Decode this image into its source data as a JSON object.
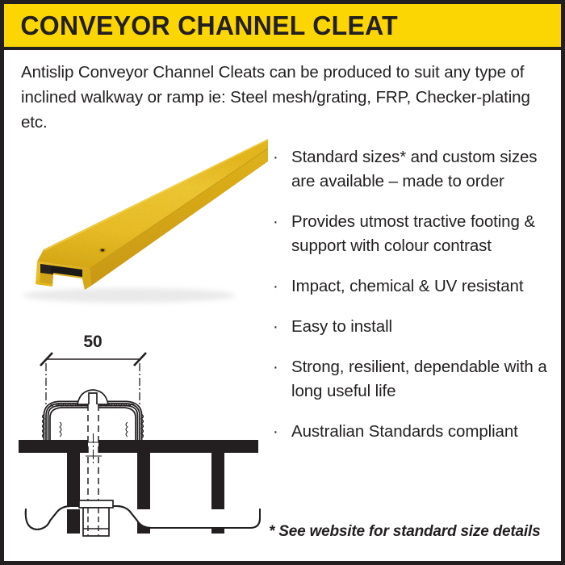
{
  "header": {
    "title": "CONVEYOR CHANNEL CLEAT",
    "band_color": "#fcd602",
    "text_color": "#231f20"
  },
  "intro": {
    "paragraph": "Antislip Conveyor Channel Cleats can be produced to suit any type of inclined walkway or ramp ie: Steel mesh/grating, FRP, Checker-plating etc."
  },
  "features": {
    "bullet_glyph": "·",
    "items": [
      "Standard sizes* and custom sizes are available – made to order",
      "Provides utmost tractive footing & support with colour contrast",
      "Impact, chemical & UV resistant",
      "Easy to install",
      "Strong, resilient, dependable with a long useful life",
      "Australian Standards compliant"
    ]
  },
  "footnote": {
    "text": "* See website for standard size details"
  },
  "product_photo": {
    "alt": "Yellow fibreglass antislip conveyor channel cleat extrusion, perspective view",
    "body_color": "#e8b81e",
    "highlight_color": "#f5cf3c",
    "shadow_color": "#c89a12",
    "interior_color": "#1a1a1a"
  },
  "technical_drawing": {
    "alt": "Cross-section: cleat fixed over steel grating with bolt and clamp bracket",
    "dimension_label": "50",
    "line_color": "#231f20",
    "grating_color": "#231f20",
    "metal_fill": "#ffffff"
  }
}
